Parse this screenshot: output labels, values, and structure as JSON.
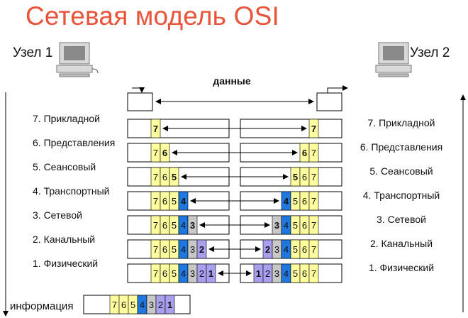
{
  "title": "Сетевая модель OSI",
  "node_left": "Узел 1",
  "node_right": "Узел 2",
  "data_label": "данные",
  "info_label": "информация",
  "layers": [
    {
      "num": 7,
      "name": "7. Прикладной"
    },
    {
      "num": 6,
      "name": "6. Представления"
    },
    {
      "num": 5,
      "name": "5. Сеансовый"
    },
    {
      "num": 4,
      "name": "4. Транспортный"
    },
    {
      "num": 3,
      "name": "3. Сетевой"
    },
    {
      "num": 2,
      "name": "2. Канальный"
    },
    {
      "num": 1,
      "name": "1. Физический"
    }
  ],
  "colors": {
    "title": "#e8533a",
    "yellow": "#ffffa0",
    "blue": "#1f77e0",
    "gray": "#c8c8c8",
    "purple": "#a8a0ee",
    "frame": "#000000",
    "arrow": "#000000"
  },
  "icons": [
    "computer-icon-left",
    "computer-icon-right"
  ]
}
